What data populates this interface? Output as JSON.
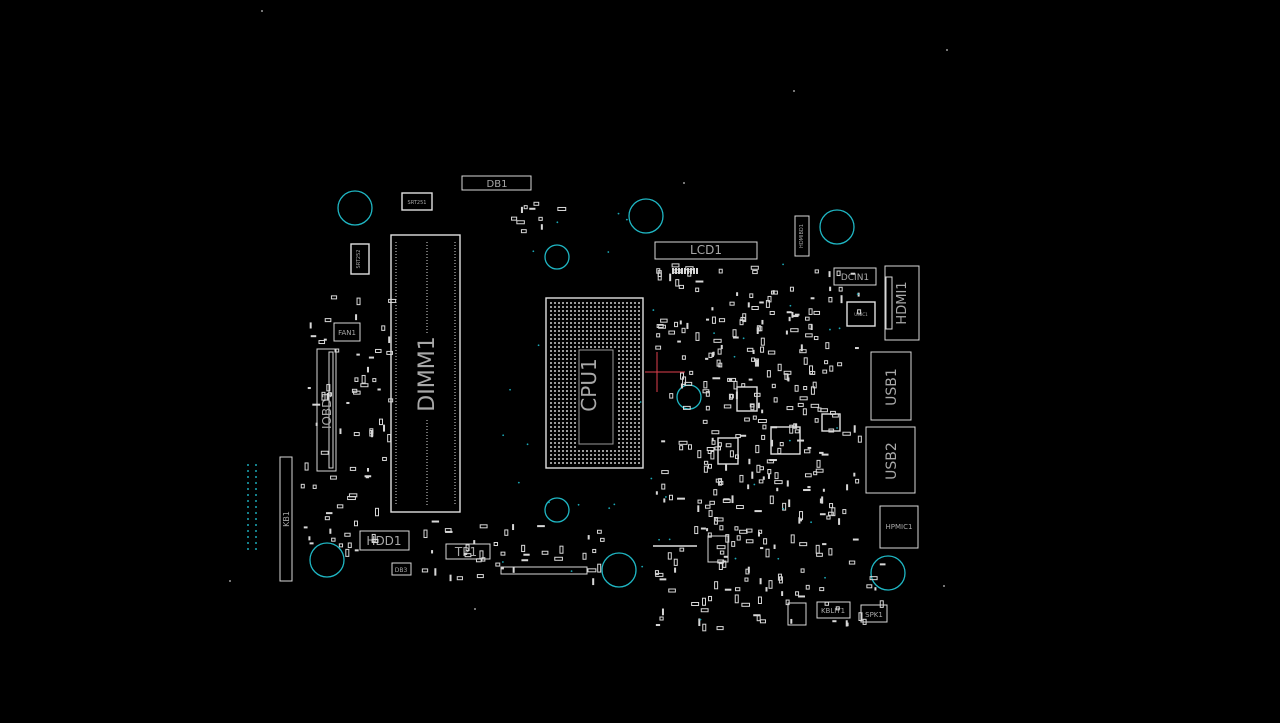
{
  "board": {
    "background": "#000000",
    "outline_color": "#d9d9d9",
    "hole_color": "#1fb7c4",
    "cursor_color": "#e0404e"
  },
  "labels": {
    "cpu": "CPU1",
    "dimm": "DIMM1",
    "lcd": "LCD1",
    "db1": "DB1",
    "dcin": "DCIN1",
    "hdmi": "HDMI1",
    "usb1": "USB1",
    "usb2": "USB2",
    "iobd": "IOBD1",
    "hdd": "HDD1",
    "tp": "TP1",
    "fan": "FAN1",
    "hpmic": "HPMIC1",
    "kblit": "KBLIT1",
    "spk": "SPK1",
    "kb": "KB1",
    "db3": "DB3",
    "srt1": "SRT251",
    "srt2": "SRT252",
    "hdmi_bd": "HDMIBD1",
    "usbc": "USBC1"
  }
}
